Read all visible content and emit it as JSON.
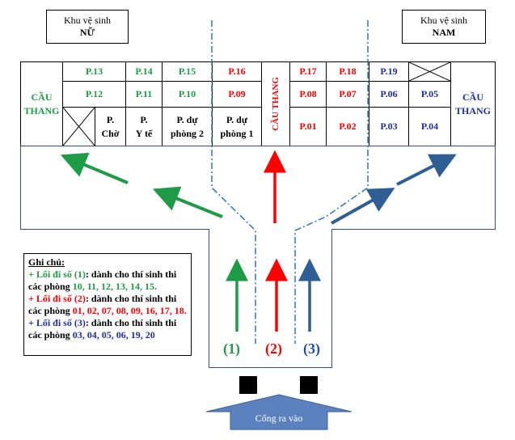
{
  "restrooms": {
    "female": {
      "line1": "Khu vệ sinh",
      "line2": "NỮ"
    },
    "male": {
      "line1": "Khu vệ sinh",
      "line2": "NAM"
    }
  },
  "stairs": {
    "left": {
      "line1": "CẦU",
      "line2": "THANG"
    },
    "center": "CẦU THANG",
    "right": {
      "line1": "CẦU",
      "line2": "THANG"
    }
  },
  "rooms": {
    "p13": "P.13",
    "p14": "P.14",
    "p15": "P.15",
    "p16": "P.16",
    "p12": "P.12",
    "p11": "P.11",
    "p10": "P.10",
    "p09": "P.09",
    "cho": {
      "line1": "P.",
      "line2": "Chờ"
    },
    "yte": {
      "line1": "P.",
      "line2": "Y tế"
    },
    "dp2": {
      "line1": "P. dự",
      "line2": "phòng 2"
    },
    "dp1": {
      "line1": "P. dự",
      "line2": "phòng 1"
    },
    "p17": "P.17",
    "p18": "P.18",
    "p19": "P.19",
    "p08": "P.08",
    "p07": "P.07",
    "p06": "P.06",
    "p05": "P.05",
    "p01": "P.01",
    "p02": "P.02",
    "p03": "P.03",
    "p04": "P.04"
  },
  "lanes": {
    "lane1": "(1)",
    "lane2": "(2)",
    "lane3": "(3)"
  },
  "gate": "Cổng ra vào",
  "legend": {
    "title": "Ghi chú:",
    "item1": {
      "prefix": "+ Lối đi số (1)",
      "text": ": dành cho thí sinh thi các phòng ",
      "rooms": "10, 11, 12, 13, 14, 15."
    },
    "item2": {
      "prefix": "+ Lối đi số (2)",
      "text": ": dành cho thí sinh thi các phòng ",
      "rooms": "01, 02, 07, 08, 09, 16, 17, 18."
    },
    "item3": {
      "prefix": "+ Lối đi số (3)",
      "text": ": dành cho thí sinh thi các phòng ",
      "rooms": "03, 04, 05, 06, 19, 20"
    }
  },
  "colors": {
    "lane1": "#1e9b46",
    "lane2": "#ff0000",
    "lane3": "#2f5e94",
    "frame": "#2f4f86",
    "dash": "#2e75b6"
  }
}
